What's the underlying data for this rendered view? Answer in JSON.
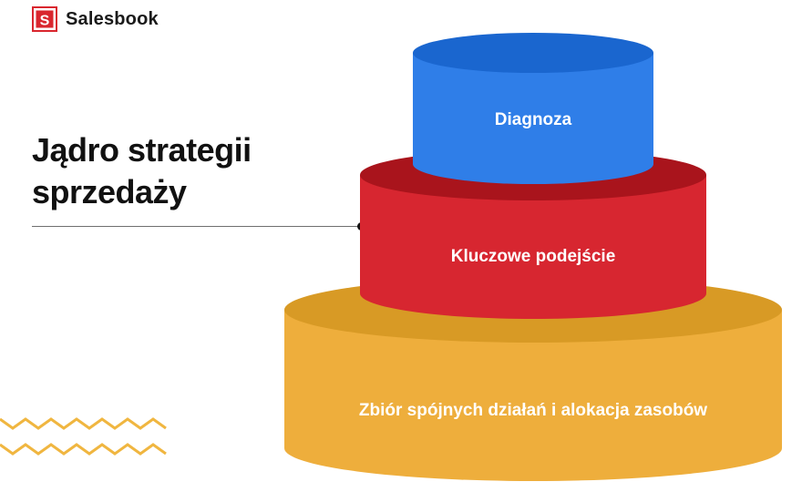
{
  "brand": {
    "name": "Salesbook",
    "mark": "S",
    "color": "#d9262e"
  },
  "heading": {
    "line1": "Jądro strategii",
    "line2": "sprzedaży"
  },
  "tiers": [
    {
      "id": "top",
      "label": "Diagnoza",
      "color": "#2f7ee8"
    },
    {
      "id": "middle",
      "label": "Kluczowe podejście",
      "color": "#d72630"
    },
    {
      "id": "bottom",
      "label": "Zbiór spójnych działań i alokacja zasobów",
      "color": "#eeae3c"
    }
  ],
  "decoration": {
    "zigzag_color": "#f0b640"
  }
}
